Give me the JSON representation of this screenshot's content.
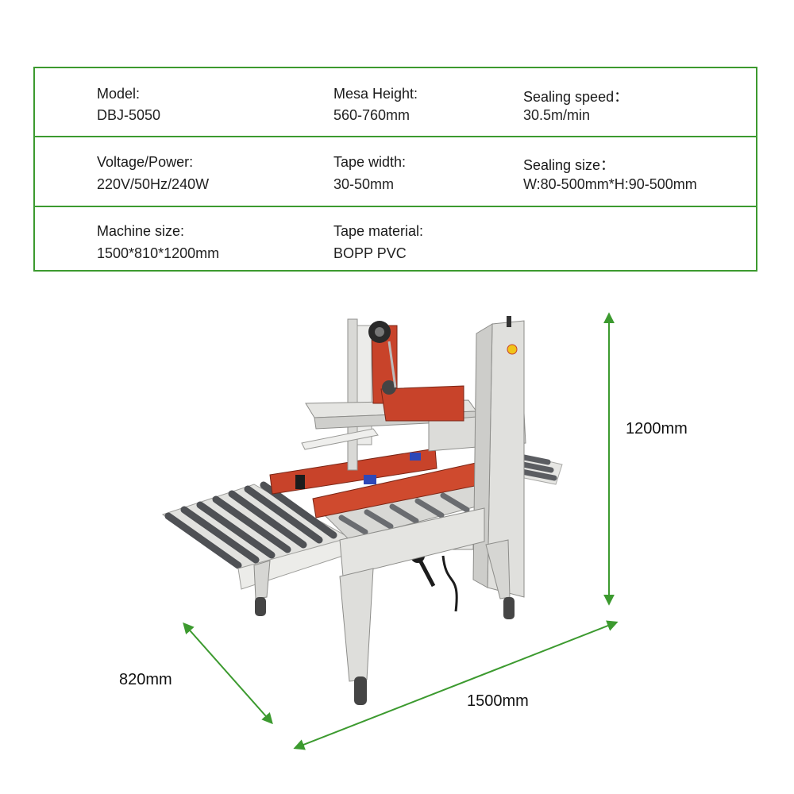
{
  "specs": {
    "row1": {
      "model_label": "Model:",
      "model_value": "DBJ-5050",
      "mesa_label": "Mesa Height:",
      "mesa_value": "560-760mm",
      "speed_label": "Sealing speed：",
      "speed_value": "30.5m/min"
    },
    "row2": {
      "voltage_label": "Voltage/Power:",
      "voltage_value": "220V/50Hz/240W",
      "tape_width_label": "Tape width:",
      "tape_width_value": "30-50mm",
      "sealing_size_label": "Sealing size：",
      "sealing_size_value": "W:80-500mm*H:90-500mm"
    },
    "row3": {
      "machine_size_label": "Machine size:",
      "machine_size_value": "1500*810*1200mm",
      "tape_material_label": "Tape material:",
      "tape_material_value": "BOPP PVC"
    }
  },
  "dimensions": {
    "height": "1200mm",
    "depth": "820mm",
    "length": "1500mm"
  },
  "colors": {
    "accent_green": "#3c9a2f",
    "machine_red": "#c8432a",
    "frame_gray": "#d9d9d6"
  }
}
